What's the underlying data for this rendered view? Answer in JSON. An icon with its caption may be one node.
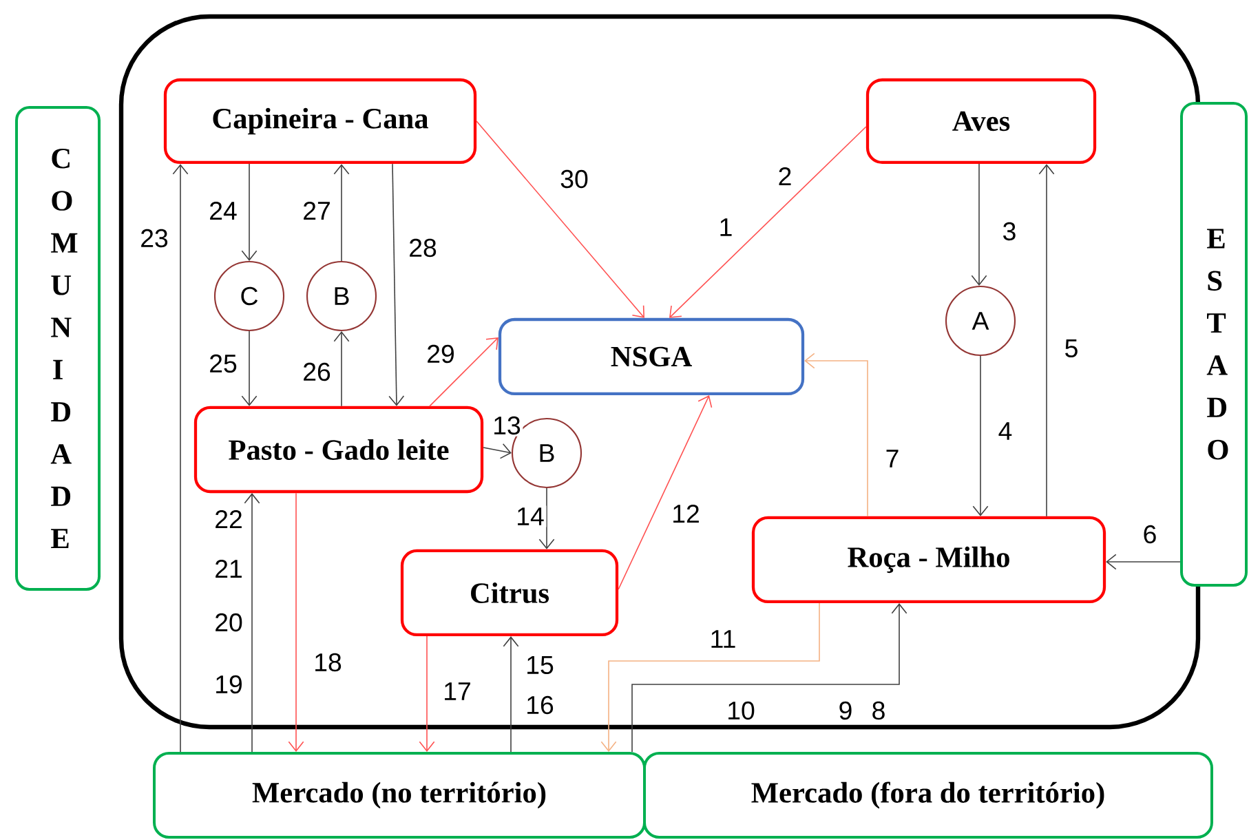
{
  "diagram": {
    "nodes": [
      {
        "text": [],
        "shape": "box"
      },
      {
        "text": [
          "C O M U N I D A D E"
        ]
      },
      {
        "text": [
          "Capineira - Cana"
        ],
        "in": 0
      },
      {
        "text": [
          "Aves"
        ],
        "in": 0
      },
      {
        "text": [
          "C"
        ],
        "in": 0
      },
      {
        "text": [
          "B"
        ],
        "in": 0
      },
      {
        "text": [
          "NSGA"
        ],
        "in": 0
      },
      {
        "text": [
          "A"
        ],
        "in": 0
      },
      {
        "text": [
          "Pasto - Gado leite"
        ],
        "in": 0
      },
      {
        "text": [
          "B"
        ],
        "in": 0
      },
      {
        "text": [
          "Roça - Milho"
        ],
        "in": 0
      },
      {
        "text": [
          "Citrus"
        ],
        "in": 0
      },
      {
        "text": [
          "E S T A D O"
        ]
      },
      {
        "text": [
          "Mercado (no território)"
        ]
      },
      {
        "text": [
          "Mercado (fora do território)"
        ]
      }
    ],
    "edges": [
      {
        "from": 2,
        "to": 6,
        "arrow": "to",
        "label": "30",
        "color": "#ff5050"
      },
      {
        "from": 3,
        "to": 6,
        "arrow": "to",
        "label": "2",
        "color": "#ff5050"
      },
      {
        "from": 3,
        "to": 7,
        "arrow": "to",
        "label": "3"
      },
      {
        "from": 7,
        "to": 10,
        "arrow": "to",
        "label": "4"
      },
      {
        "from": 10,
        "to": 3,
        "arrow": "to",
        "label": "5"
      },
      {
        "from": 12,
        "to": 10,
        "arrow": "to",
        "label": "6"
      },
      {
        "from": 10,
        "to": 6,
        "arrow": "to",
        "label": "7",
        "color": "#f4b183"
      },
      {
        "from": 13,
        "to": 10,
        "arrow": "to",
        "label": "8"
      },
      {
        "from": 10,
        "to": 13,
        "arrow": "to",
        "label": "11",
        "color": "#f4b183"
      },
      {
        "from": 11,
        "to": 6,
        "arrow": "to",
        "label": "12",
        "color": "#ff5050"
      },
      {
        "from": 8,
        "to": 9,
        "arrow": "to",
        "label": "13"
      },
      {
        "from": 9,
        "to": 11,
        "arrow": "to",
        "label": "14"
      },
      {
        "from": 13,
        "to": 11,
        "arrow": "to",
        "label": "15"
      },
      {
        "from": 11,
        "to": 13,
        "arrow": "to",
        "label": "17",
        "color": "#ff5050"
      },
      {
        "from": 8,
        "to": 13,
        "arrow": "to",
        "label": "18",
        "color": "#ff5050"
      },
      {
        "from": 13,
        "to": 8,
        "arrow": "to",
        "label": "19"
      },
      {
        "from": 13,
        "to": 2,
        "arrow": "to",
        "label": "23"
      },
      {
        "from": 2,
        "to": 4,
        "arrow": "to",
        "label": "24"
      },
      {
        "from": 4,
        "to": 8,
        "arrow": "to",
        "label": "25"
      },
      {
        "from": 8,
        "to": 5,
        "arrow": "to",
        "label": "26"
      },
      {
        "from": 5,
        "to": 2,
        "arrow": "to",
        "label": "27"
      },
      {
        "from": 2,
        "to": 8,
        "arrow": "to",
        "label": "28"
      },
      {
        "from": 8,
        "to": 6,
        "arrow": "to",
        "label": "29",
        "color": "#ff5050"
      }
    ],
    "labels": [
      "1",
      "22",
      "21",
      "20",
      "16",
      "10",
      "9"
    ]
  }
}
